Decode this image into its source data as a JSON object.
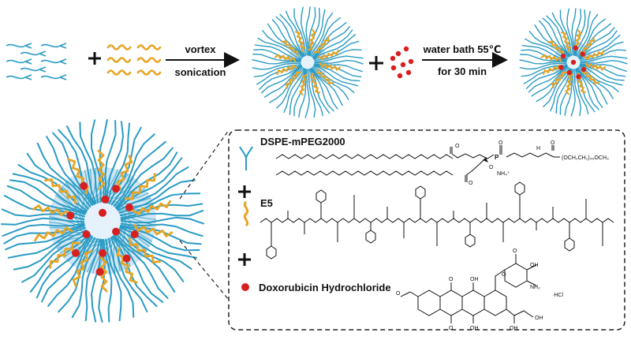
{
  "colors": {
    "lipid_tail": "#2a9bc4",
    "peptide": "#e8a423",
    "drug": "#d62020",
    "core_fill": "#cfe6f5",
    "core_inner": "#e6f2fb",
    "text": "#111111",
    "box_border": "#222222"
  },
  "icons": {
    "lipid": "blue-forked-lipid-icon",
    "peptide": "orange-wavy-peptide-icon",
    "drug": "red-dot-icon",
    "arrow": "right-arrow-icon",
    "plus": "plus-icon"
  },
  "step1": {
    "above": "vortex",
    "below": "sonication"
  },
  "step2": {
    "above": "water bath 55℃",
    "below": "for 30 min"
  },
  "legend": {
    "dspe": {
      "title": "DSPE-mPEG2000",
      "atoms": {
        "p": "P",
        "o": "O",
        "nh4": "NH₄⁺",
        "h": "H",
        "nh": "N\nH",
        "peg": "(OCH₂CH₂)₄₅OCH₃"
      }
    },
    "e5": {
      "title": "E5"
    },
    "dox": {
      "title": "Doxorubicin Hydrochloride",
      "atoms": {
        "hcl": "·HCl",
        "oh": "OH",
        "nh2": "NH₂",
        "o": "O",
        "h": "H"
      }
    }
  }
}
